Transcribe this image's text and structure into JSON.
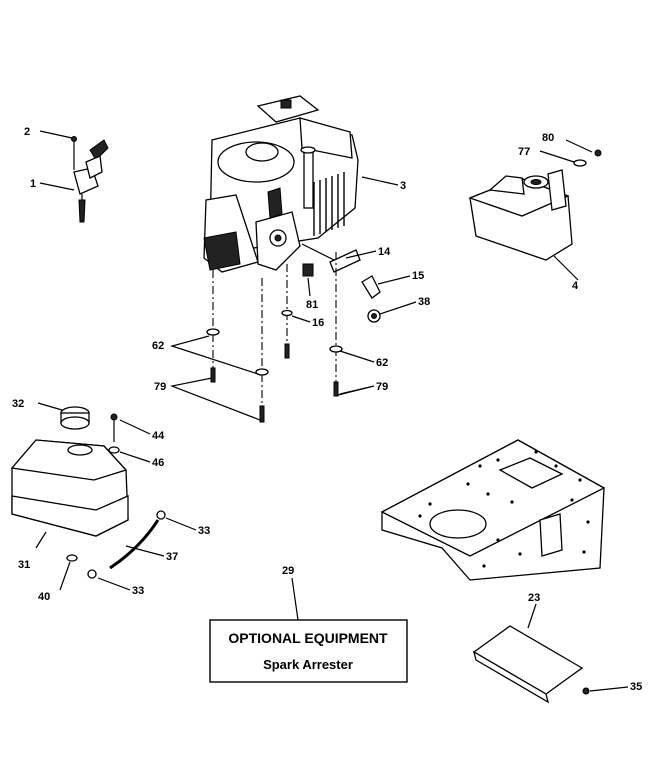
{
  "callouts": [
    {
      "id": "2",
      "text": "2"
    },
    {
      "id": "1",
      "text": "1"
    },
    {
      "id": "3",
      "text": "3"
    },
    {
      "id": "80",
      "text": "80"
    },
    {
      "id": "77",
      "text": "77"
    },
    {
      "id": "4",
      "text": "4"
    },
    {
      "id": "14",
      "text": "14"
    },
    {
      "id": "15",
      "text": "15"
    },
    {
      "id": "81",
      "text": "81"
    },
    {
      "id": "38",
      "text": "38"
    },
    {
      "id": "16",
      "text": "16"
    },
    {
      "id": "62a",
      "text": "62"
    },
    {
      "id": "62b",
      "text": "62"
    },
    {
      "id": "79a",
      "text": "79"
    },
    {
      "id": "79b",
      "text": "79"
    },
    {
      "id": "32",
      "text": "32"
    },
    {
      "id": "44",
      "text": "44"
    },
    {
      "id": "46",
      "text": "46"
    },
    {
      "id": "33a",
      "text": "33"
    },
    {
      "id": "37",
      "text": "37"
    },
    {
      "id": "31",
      "text": "31"
    },
    {
      "id": "40",
      "text": "40"
    },
    {
      "id": "33b",
      "text": "33"
    },
    {
      "id": "29",
      "text": "29"
    },
    {
      "id": "23",
      "text": "23"
    },
    {
      "id": "35",
      "text": "35"
    }
  ],
  "optional_box": {
    "title": "OPTIONAL EQUIPMENT",
    "subtitle": "Spark Arrester"
  }
}
